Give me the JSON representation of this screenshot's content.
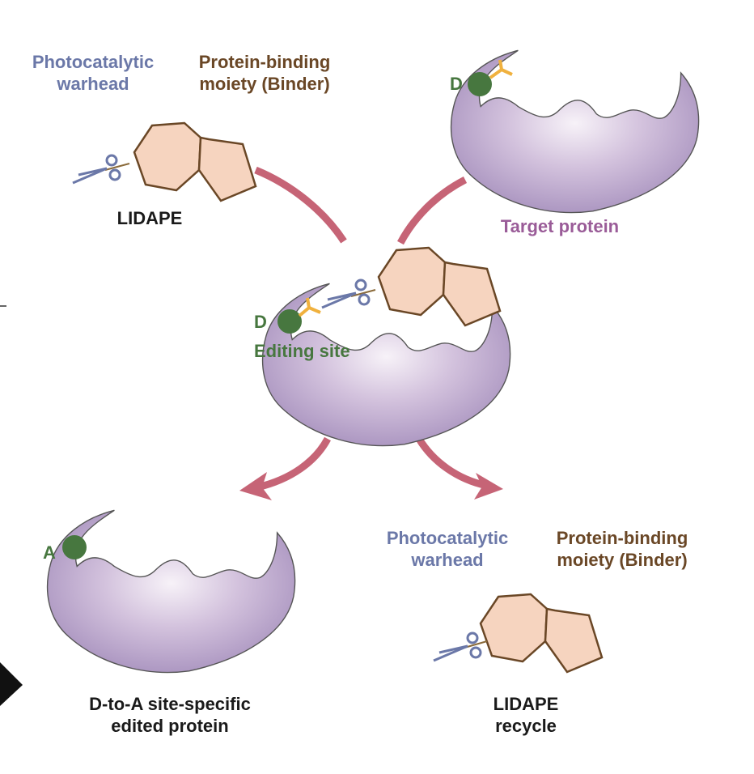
{
  "colors": {
    "warhead": "#6b78a8",
    "binder": "#6a4726",
    "binder_fill": "#f6d4bf",
    "protein": "#ab96c2",
    "arrow": "#c66476",
    "residue": "#47773f",
    "handle": "#f0b13e",
    "target_label": "#9a5c98"
  },
  "top_left": {
    "warhead_label": [
      "Photocatalytic",
      "warhead"
    ],
    "binder_label": [
      "Protein-binding",
      "moiety (Binder)"
    ],
    "molecule_label": "LIDAPE"
  },
  "top_right": {
    "residue": "D",
    "label": "Target protein"
  },
  "center": {
    "residue": "D",
    "site_label": "Editing site"
  },
  "bottom_left": {
    "residue": "A",
    "label": [
      "D-to-A site-specific",
      "edited protein"
    ]
  },
  "bottom_right": {
    "warhead_label": [
      "Photocatalytic",
      "warhead"
    ],
    "binder_label": [
      "Protein-binding",
      "moiety (Binder)"
    ],
    "molecule_label": [
      "LIDAPE",
      "recycle"
    ]
  }
}
